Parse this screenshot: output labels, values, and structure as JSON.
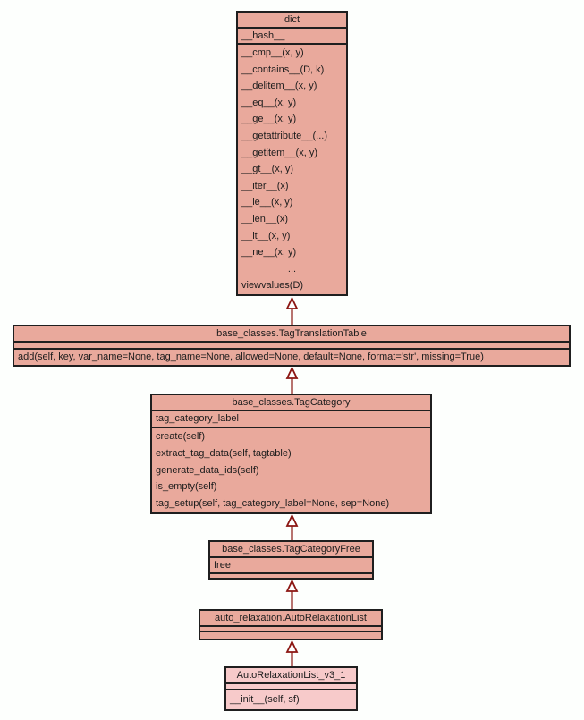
{
  "diagram": {
    "background_color": "#fdfffd",
    "box_fill_color": "#e9a99c",
    "highlight_fill_color": "#f7caca",
    "border_color": "#1f1f1f",
    "arrow_color": "#8b1612",
    "arrowhead_fill": "#ffffff"
  },
  "classes": [
    {
      "name": "dict",
      "attributes": [
        "__hash__"
      ],
      "methods": [
        "__cmp__(x, y)",
        "__contains__(D, k)",
        "__delitem__(x, y)",
        "__eq__(x, y)",
        "__ge__(x, y)",
        "__getattribute__(...)",
        "__getitem__(x, y)",
        "__gt__(x, y)",
        "__iter__(x)",
        "__le__(x, y)",
        "__len__(x)",
        "__lt__(x, y)",
        "__ne__(x, y)",
        "...",
        "viewvalues(D)"
      ]
    },
    {
      "name": "base_classes.TagTranslationTable",
      "attributes": [],
      "methods": [
        "add(self, key, var_name=None, tag_name=None, allowed=None, default=None, format='str', missing=True)"
      ]
    },
    {
      "name": "base_classes.TagCategory",
      "attributes": [
        "tag_category_label"
      ],
      "methods": [
        "create(self)",
        "extract_tag_data(self, tagtable)",
        "generate_data_ids(self)",
        "is_empty(self)",
        "tag_setup(self, tag_category_label=None, sep=None)"
      ]
    },
    {
      "name": "base_classes.TagCategoryFree",
      "attributes": [
        "free"
      ],
      "methods": []
    },
    {
      "name": "auto_relaxation.AutoRelaxationList",
      "attributes": [],
      "methods": []
    },
    {
      "name": "AutoRelaxationList_v3_1",
      "attributes": [],
      "methods": [
        "__init__(self, sf)"
      ]
    }
  ],
  "relations": [
    {
      "from": "base_classes.TagTranslationTable",
      "to": "dict",
      "type": "inherits"
    },
    {
      "from": "base_classes.TagCategory",
      "to": "base_classes.TagTranslationTable",
      "type": "inherits"
    },
    {
      "from": "base_classes.TagCategoryFree",
      "to": "base_classes.TagCategory",
      "type": "inherits"
    },
    {
      "from": "auto_relaxation.AutoRelaxationList",
      "to": "base_classes.TagCategoryFree",
      "type": "inherits"
    },
    {
      "from": "AutoRelaxationList_v3_1",
      "to": "auto_relaxation.AutoRelaxationList",
      "type": "inherits"
    }
  ]
}
